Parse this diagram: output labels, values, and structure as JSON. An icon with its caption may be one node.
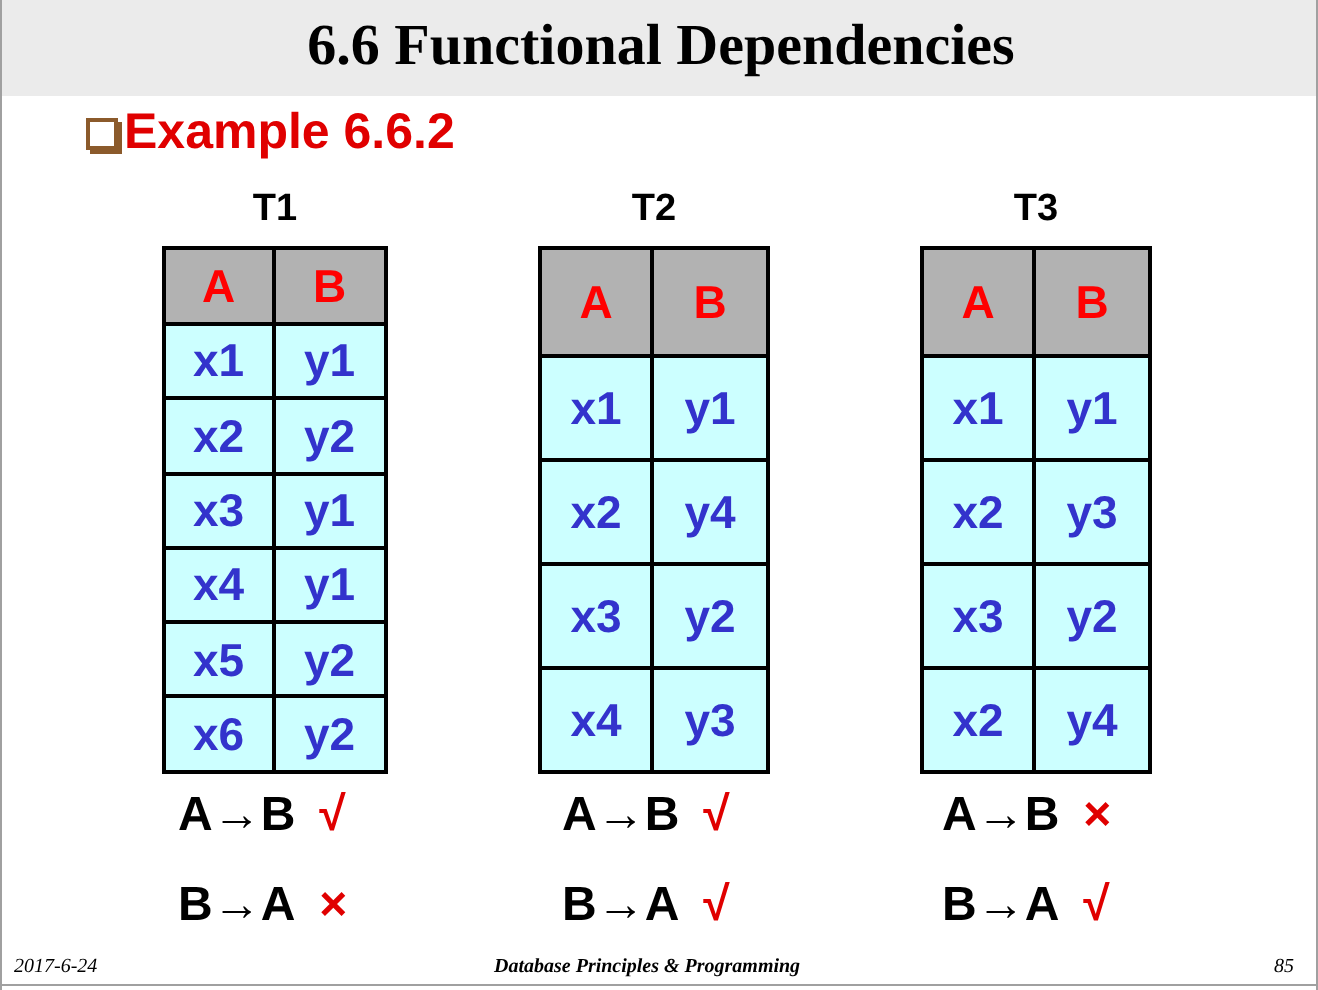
{
  "diagram": {
    "title": "6.6 Functional Dependencies",
    "labels": [
      "Example 6.6.2",
      "T1",
      "T2",
      "T3",
      "A",
      "B",
      "x1",
      "y1",
      "x2",
      "y2",
      "x3",
      "y1",
      "x4",
      "y1",
      "x5",
      "y2",
      "x6",
      "y2",
      "A",
      "B",
      "x1",
      "y1",
      "x2",
      "y4",
      "x3",
      "y2",
      "x4",
      "y3",
      "A",
      "B",
      "x1",
      "y1",
      "x2",
      "y3",
      "x3",
      "y2",
      "x2",
      "y4",
      "A→B",
      "√",
      "A→B",
      "√",
      "A→B",
      "×",
      "B→A",
      "×",
      "B→A",
      "√",
      "B→A",
      "√",
      "2017-6-24",
      "Database Principles & Programming",
      "85"
    ]
  }
}
